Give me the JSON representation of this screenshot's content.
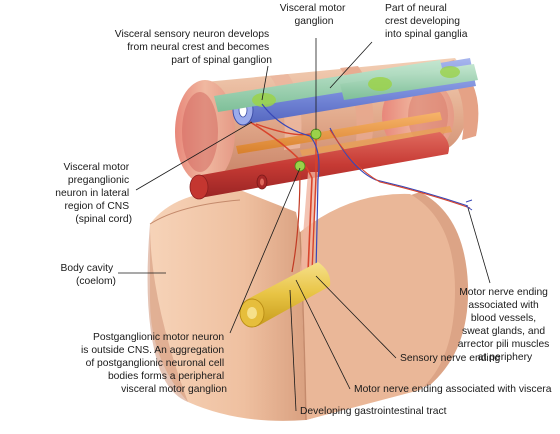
{
  "labels": {
    "visceral_motor_ganglion": [
      "Visceral motor",
      "ganglion"
    ],
    "neural_crest": [
      "Part of neural",
      "crest developing",
      "into spinal ganglia"
    ],
    "visceral_sensory_neuron": [
      "Visceral sensory neuron develops",
      "from neural crest and becomes",
      "part of spinal ganglion"
    ],
    "preganglionic_neuron": [
      "Visceral motor",
      "preganglionic",
      "neuron in lateral",
      "region of CNS",
      "(spinal cord)"
    ],
    "body_cavity": [
      "Body cavity",
      "(coelom)"
    ],
    "motor_nerve_ending_periphery": [
      "Motor nerve ending",
      "associated with",
      "blood vessels,",
      "sweat glands, and",
      "arrector pili muscles",
      "at periphery"
    ],
    "postganglionic_neuron": [
      "Postganglionic motor neuron",
      "is outside CNS. An aggregation",
      "of postganglionic neuronal cell",
      "bodies forms a peripheral",
      "visceral motor ganglion"
    ],
    "sensory_nerve_ending": [
      "Sensory nerve ending"
    ],
    "motor_nerve_ending_viscera": [
      "Motor nerve ending associated with viscera"
    ],
    "gi_tract": [
      "Developing gastrointestinal tract"
    ]
  },
  "colors": {
    "body_wall": "#f2c4a4",
    "body_wall_shade": "#d89a7c",
    "spinal_cord": "#7d8fd8",
    "neural_crest": "#9fd1b2",
    "ganglion": "#9bd24a",
    "aorta": "#c83a36",
    "gut": "#e8c444",
    "nerve_motor": "#d8442c",
    "nerve_sensory": "#3848b8"
  }
}
